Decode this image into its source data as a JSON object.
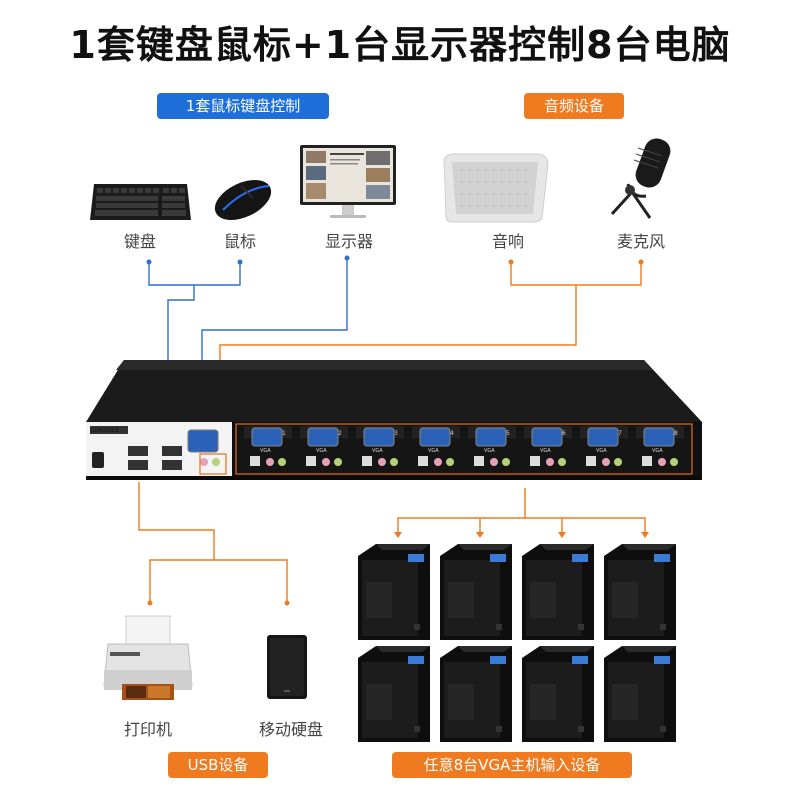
{
  "title": "1套键盘鼠标+1台显示器控制8台电脑",
  "groups": {
    "control": "1套鼠标键盘控制",
    "audio": "音频设备",
    "usb": "USB设备",
    "hosts": "任意8台VGA主机输入设备"
  },
  "devices": {
    "keyboard": "键盘",
    "mouse": "鼠标",
    "monitor": "显示器",
    "speaker": "音响",
    "mic": "麦克风",
    "printer": "打印机",
    "hdd": "移动硬盘"
  },
  "kvm": {
    "console_label": "CONSOLE",
    "port_label": "VGA",
    "port_numbers": [
      "1",
      "2",
      "3",
      "4",
      "5",
      "6",
      "7",
      "8"
    ]
  },
  "colors": {
    "control_line": "#2f6fd0",
    "audio_line": "#f07a1f",
    "blue_pill": "#1e6fd9",
    "orange_pill": "#f07a1f"
  },
  "host_count": 8
}
